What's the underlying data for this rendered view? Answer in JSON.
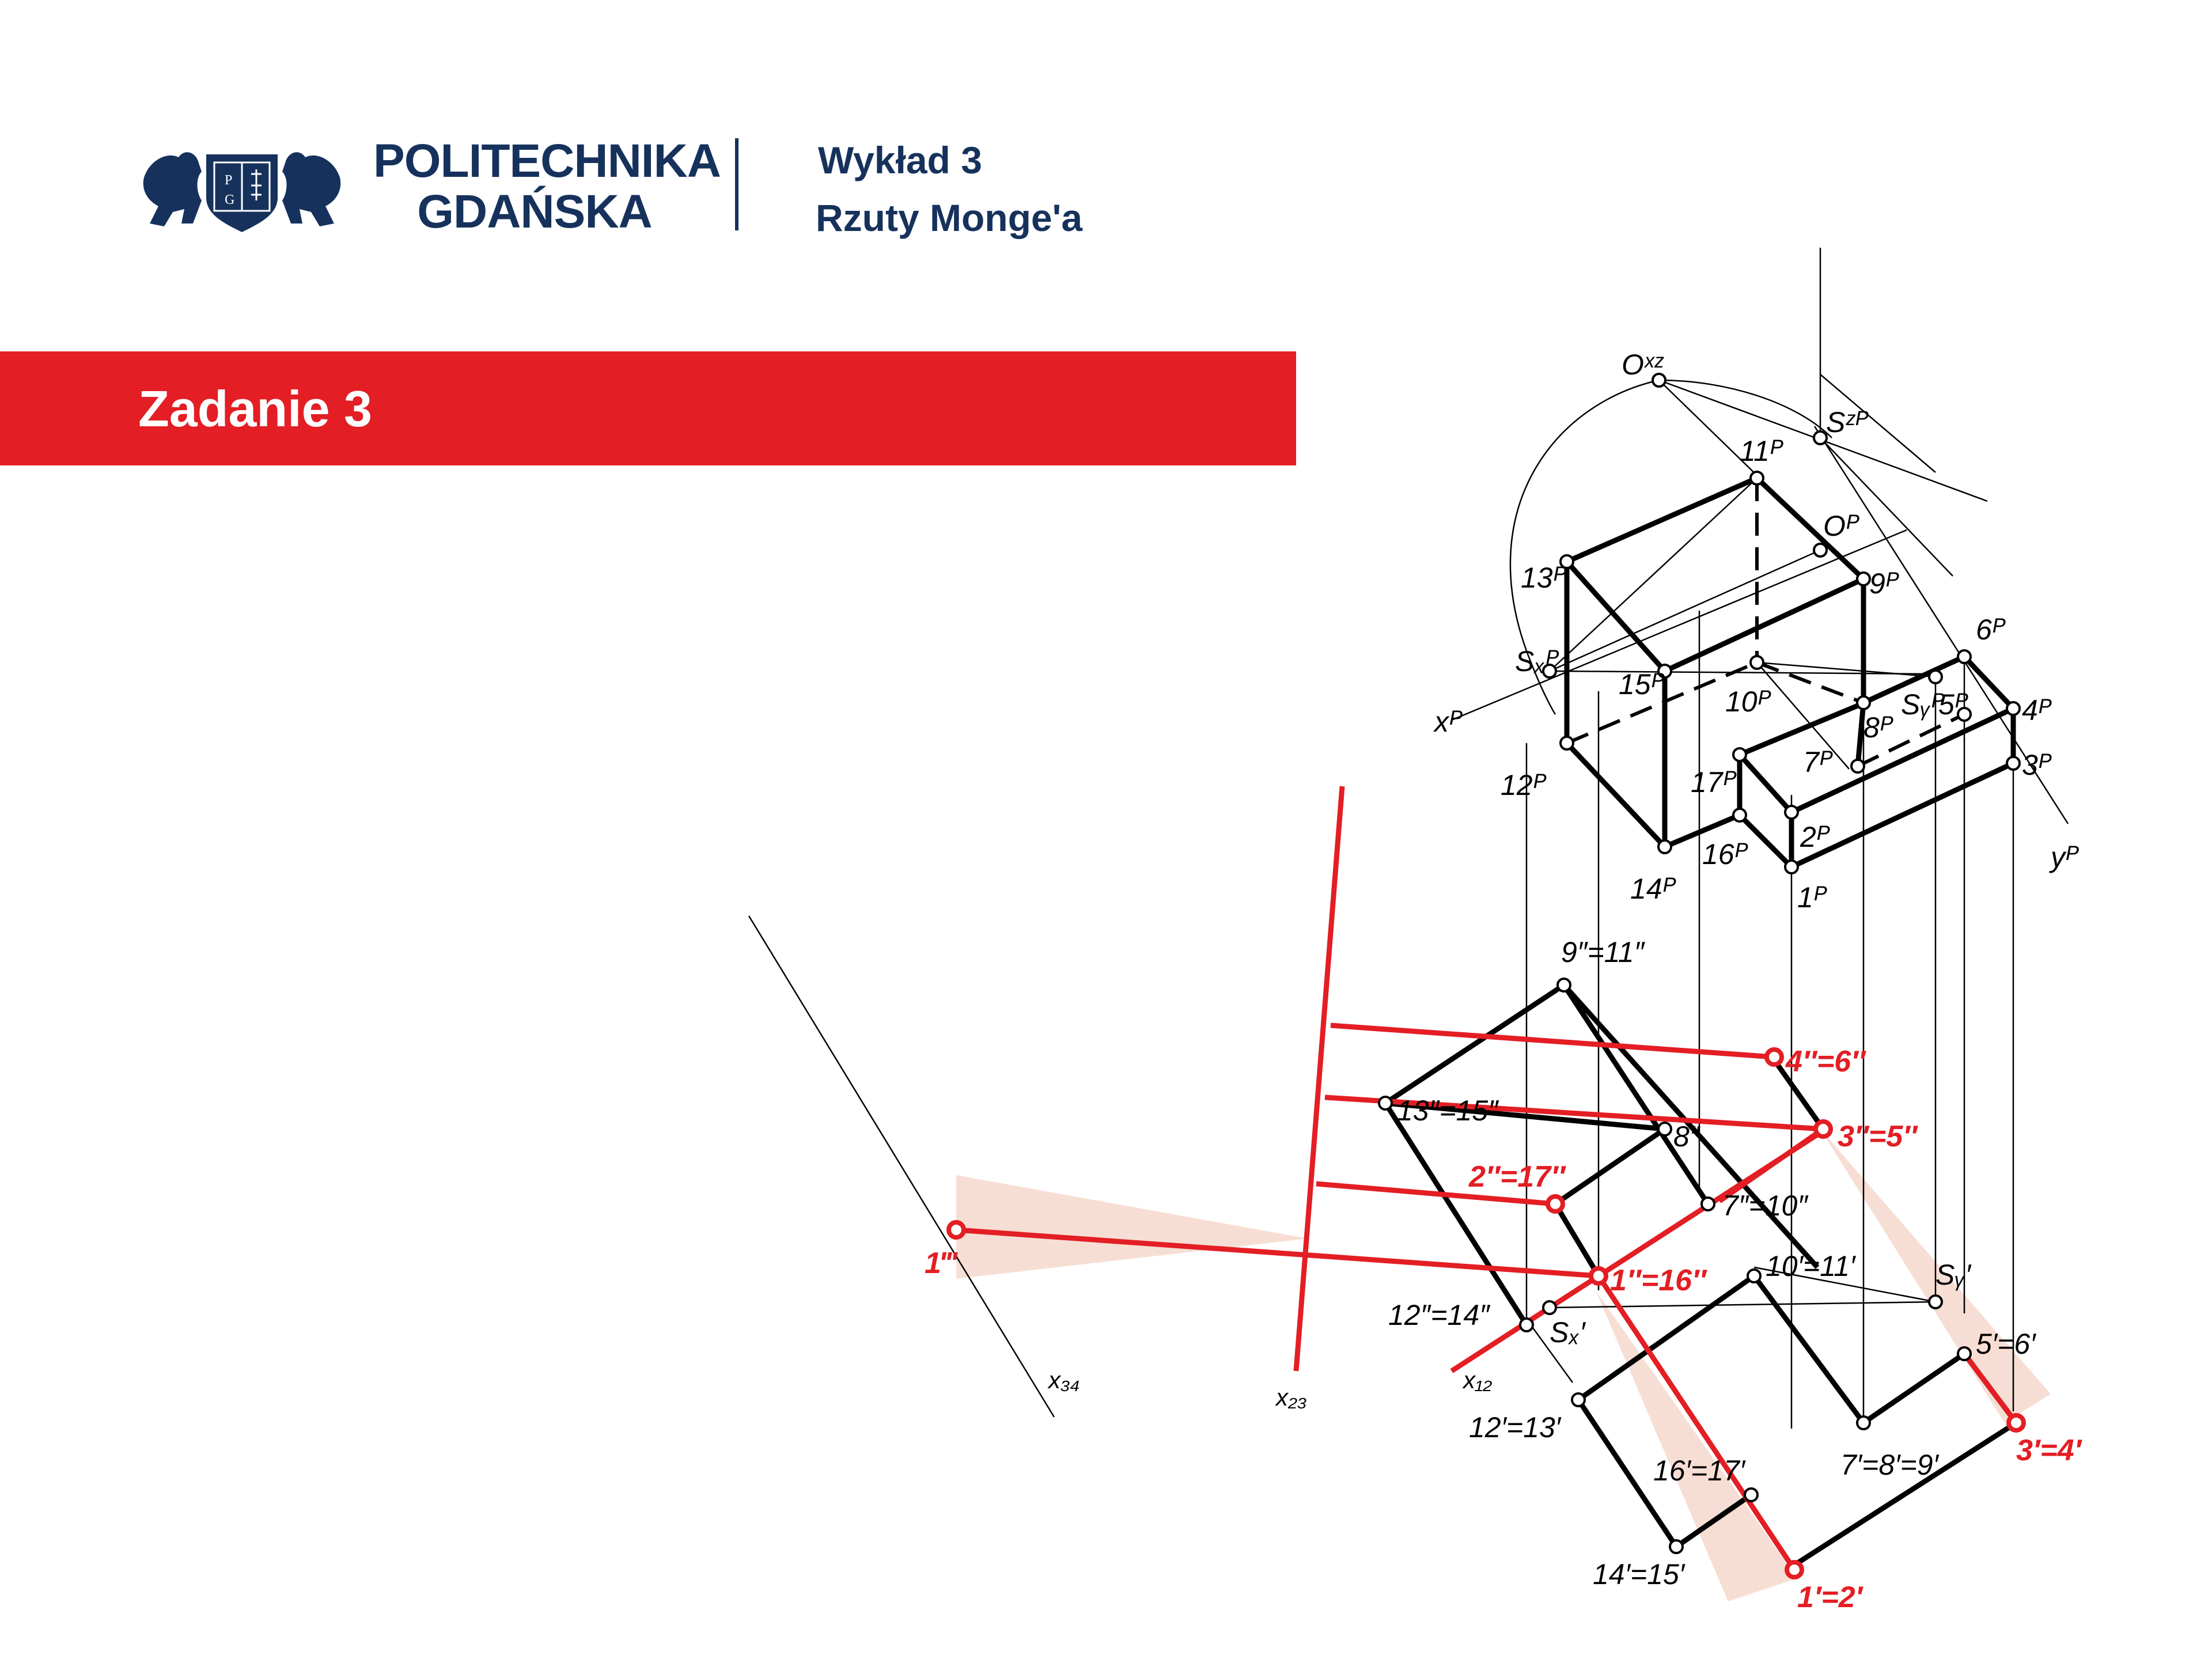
{
  "header": {
    "university_line1": "POLITECHNIKA",
    "university_line2": "GDAŃSKA",
    "logo_letters": [
      "P",
      "G"
    ],
    "lecture": "Wykład 3",
    "topic": "Rzuty Monge'a"
  },
  "banner": {
    "title": "Zadanie 3"
  },
  "labels": {
    "oxz": "Oˣᶻ",
    "sz": "Sᶻᴾ",
    "p11": "11ᴾ",
    "op": "Oᴾ",
    "p13": "13ᴾ",
    "p9": "9ᴾ",
    "p6": "6ᴾ",
    "sx": "Sₓᴾ",
    "p15": "15ᴾ",
    "p10": "10ᴾ",
    "sy": "Sᵧᴾ",
    "p5": "5ᴾ",
    "p4": "4ᴾ",
    "xp": "xᴾ",
    "p8": "8ᴾ",
    "p7": "7ᴾ",
    "p3": "3ᴾ",
    "p12": "12ᴾ",
    "p17": "17ᴾ",
    "p2": "2ᴾ",
    "p16": "16ᴾ",
    "yp": "yᴾ",
    "p14": "14ᴾ",
    "p1": "1ᴾ",
    "v9_11": "9″=11″",
    "v4_6": "4″=6″",
    "v13_15": "13″=15″",
    "v8": "8″",
    "v3_5": "3″=5″",
    "v2_17": "2″=17″",
    "v7_10": "7″=10″",
    "v1_16": "1″=16″",
    "h10_11": "10′=11′",
    "h_sy": "Sᵧ′",
    "v12_14": "12″=14″",
    "h_sx": "Sₓ′",
    "h5_6": "5′=6′",
    "x12": "x₁₂",
    "x23": "x₂₃",
    "x34": "x₃₄",
    "h12_13": "12′=13′",
    "h16_17": "16′=17′",
    "h7_8_9": "7′=8′=9′",
    "h3_4": "3′=4′",
    "h14_15": "14′=15′",
    "h1_2": "1′=2′",
    "n1": "1‴"
  },
  "colors": {
    "navy": "#16325c",
    "red": "#e31e24",
    "highlight": "#f6d8cc"
  }
}
